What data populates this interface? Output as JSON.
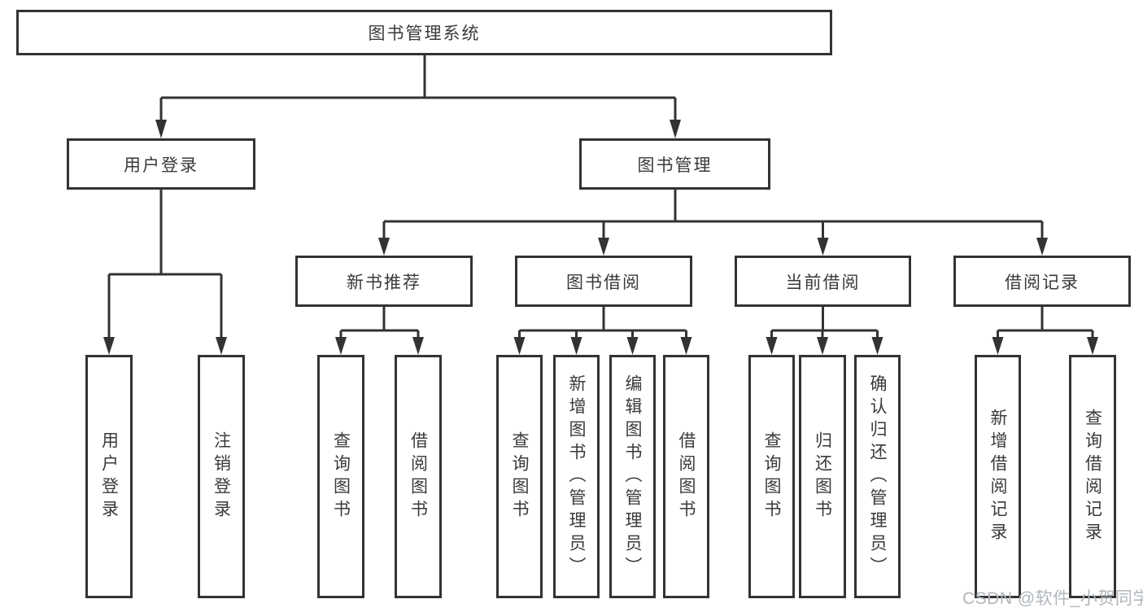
{
  "diagram_title": "图书管理系统",
  "nodes": {
    "root": "图书管理系统",
    "user_login": "用户登录",
    "book_management": "图书管理",
    "new_book_recommend": "新书推荐",
    "book_borrow": "图书借阅",
    "current_borrow": "当前借阅",
    "borrow_records": "借阅记录",
    "leaf_user_login": "用户登录",
    "leaf_logout": "注销登录",
    "leaf_nb_query_books": "查询图书",
    "leaf_nb_borrow_books": "借阅图书",
    "leaf_bb_query_books": "查询图书",
    "leaf_bb_add_books_admin": "新增图书（管理员）",
    "leaf_bb_edit_books_admin": "编辑图书（管理员）",
    "leaf_bb_borrow_books": "借阅图书",
    "leaf_cb_query_books": "查询图书",
    "leaf_cb_return_books": "归还图书",
    "leaf_cb_confirm_return_admin": "确认归还（管理员）",
    "leaf_br_add_record": "新增借阅记录",
    "leaf_br_query_record": "查询借阅记录"
  },
  "hierarchy": {
    "图书管理系统": {
      "用户登录": [
        "用户登录",
        "注销登录"
      ],
      "图书管理": {
        "新书推荐": [
          "查询图书",
          "借阅图书"
        ],
        "图书借阅": [
          "查询图书",
          "新增图书（管理员）",
          "编辑图书（管理员）",
          "借阅图书"
        ],
        "当前借阅": [
          "查询图书",
          "归还图书",
          "确认归还（管理员）"
        ],
        "借阅记录": [
          "新增借阅记录",
          "查询借阅记录"
        ]
      }
    }
  },
  "watermark": "CSDN @软件_小贺同学",
  "colors": {
    "line": "#333333",
    "box_border": "#333333",
    "text": "#3a3a3a",
    "watermark": "#b0b6bc",
    "background": "#ffffff"
  }
}
